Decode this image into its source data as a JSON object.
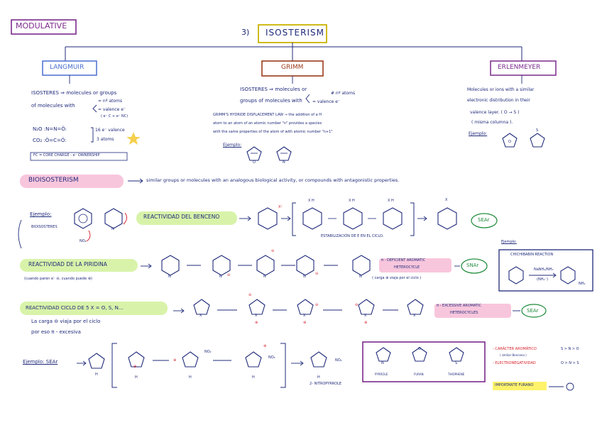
{
  "colors": {
    "ink": "#1f2a7a",
    "purple": "#7b2a8c",
    "red": "#d6202a",
    "green_highlight": "#d8f3a9",
    "pink_highlight": "#f8c6dc",
    "yellow_highlight": "#fff36b",
    "gold_star": "#f6d04d"
  },
  "header": {
    "module_label": "MODULATIVE",
    "section_number": "3)",
    "section_title": "ISOSTERISM"
  },
  "langmuir": {
    "title": "LANGMUIR",
    "line1": "ISOSTERES ⇒ molecules or groups",
    "line2a": "of molecules with",
    "brace_top": "= nº atoms",
    "brace_mid": "= valence e⁻",
    "brace_bot": "( e⁻ C + e⁻ NC)",
    "n2o_formula": "N₂O   :N=N=Ö:",
    "co2_formula": "CO₂   :Ö=C=Ö:",
    "bracket_top": "16 e⁻ valence",
    "bracket_bot": "3 atoms",
    "fc_note": "FC = CORE CHARGE - e⁻ OWNERSHIP"
  },
  "grimm": {
    "title": "GRIMM",
    "line1": "ISOSTERES ⇒ molecules or",
    "brace_top": "# nº atoms",
    "line2a": "groups of molecules with",
    "brace_bot": "= valence e⁻",
    "law1": "GRIMM'S HYDRIDE DISPLACEMENT LAW → the addition of a H",
    "law2": "atom to an atom of an atomic number \"n\" provides a species",
    "law3": "with the same properties of the atom of with atomic number \"n+1\"",
    "example_label": "Ejemplo:"
  },
  "erlenmeyer": {
    "title": "ERLENMEYER",
    "line1": "Molecules or ions with a similar",
    "line2": "electronic distribution in their",
    "line3": "valence layer. ( O → S )",
    "line4": "( misma columna ).",
    "example_label": "Ejemplo:"
  },
  "bioisosterism": {
    "label": "BIOISOSTERISM",
    "text": "similar groups or molecules with an analogous biological activity, or compounds with antagonistic properties."
  },
  "benzene": {
    "example_label": "Ejemplo:",
    "bioisosteres_label": "BIOISOSTERES",
    "no2_label": "NO₂",
    "reactivity_label": "REACTIVIDAD DEL BENCENO",
    "stabilization_note": "ESTABILIZACIÓN DE E EN EL CICLO.",
    "xh_labels": [
      "X H",
      "X H",
      "X H"
    ],
    "plus_label": "X⁺",
    "product_label": "X",
    "result_label": "SEAr"
  },
  "pyridine": {
    "reactivity_label": "REACTIVIDAD DE LA PIRIDINA",
    "note": "(cuando paren e⁻ ⊖, cuando puede ⊕)",
    "nitrogen_label": "N",
    "desc1": "π - DEFICIENT AROMATIC",
    "desc2": "HETEROCYCLE",
    "desc3": "( carga ⊕ viaja por el ciclo )",
    "result_label": "SNAr",
    "example_label": "Ejemplo:",
    "chichibabin_title": "CHICHIBABIN REACTION",
    "chichibabin_reagents": "NaNH₂/NH₃",
    "chichibabin_sub": "(NH₂⁻)",
    "chichibabin_product": "NH₂"
  },
  "five_ring": {
    "reactivity_label": "REACTIVIDAD CICLO DE 5  X = O, S, N...",
    "note1": "La carga ⊖ viaja por el ciclo",
    "note2": "por eso π - excesiva",
    "x_label": "X",
    "desc1": "π - EXCESSIVE AROMATIC",
    "desc2": "HETEROCYCLES",
    "result_label": "SEAr"
  },
  "pyrrole_example": {
    "label": "Ejemplo: SEAr",
    "h_label": "H",
    "no2_label": "NO₂",
    "product_name": "2- NITROPYRROLE",
    "ring_names": [
      "PYRROLE",
      "FURAN",
      "THIOPHENE"
    ],
    "heteroatoms": [
      "N",
      "O",
      "S"
    ],
    "aromatic_char": "- CARÁCTER AROMÁTICO",
    "aromatic_sub": "( similar Benceno )",
    "aromatic_order": "S > N > O",
    "electroneg": "- ELECTRONEGATIVIDAD",
    "electroneg_order": "O > N > S",
    "important": "IMPORTANTE FURANO"
  }
}
